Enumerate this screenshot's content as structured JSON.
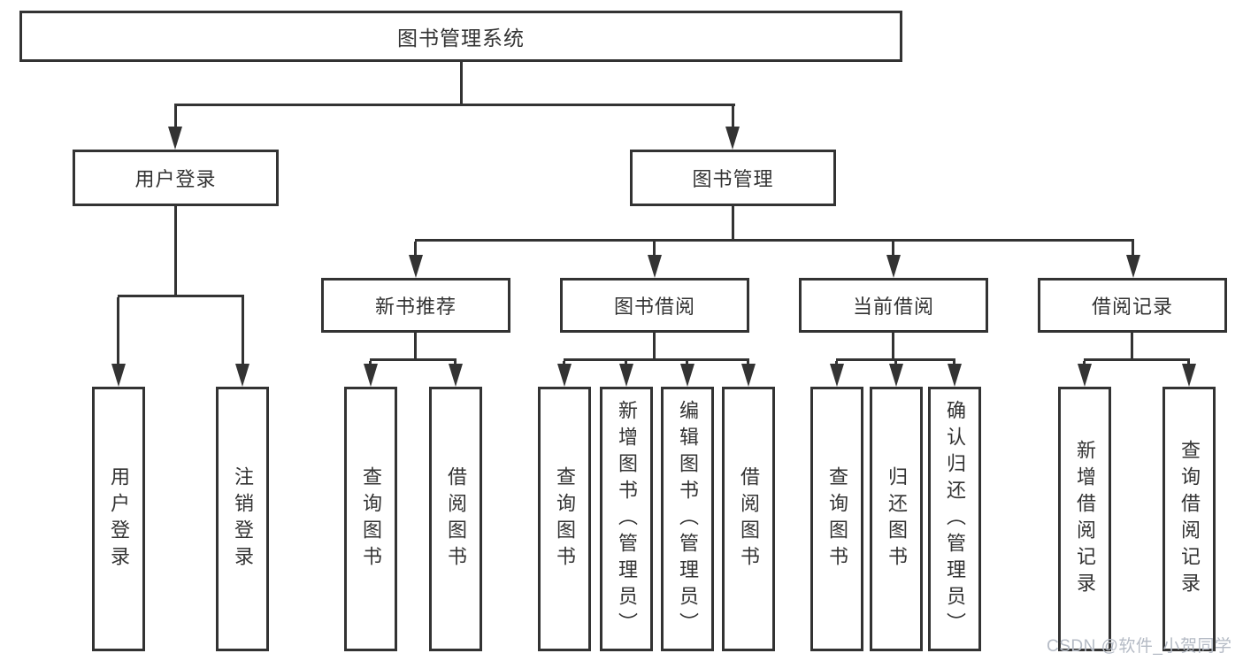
{
  "tree": {
    "root": {
      "label": "图书管理系统"
    },
    "branches": [
      {
        "label": "用户登录",
        "children": [
          {
            "label": "用户登录"
          },
          {
            "label": "注销登录"
          }
        ]
      },
      {
        "label": "图书管理",
        "children": [
          {
            "label": "新书推荐",
            "children": [
              {
                "label": "查询图书"
              },
              {
                "label": "借阅图书"
              }
            ]
          },
          {
            "label": "图书借阅",
            "children": [
              {
                "label": "查询图书"
              },
              {
                "label": "新增图书（管理员）"
              },
              {
                "label": "编辑图书（管理员）"
              },
              {
                "label": "借阅图书"
              }
            ]
          },
          {
            "label": "当前借阅",
            "children": [
              {
                "label": "查询图书"
              },
              {
                "label": "归还图书"
              },
              {
                "label": "确认归还（管理员）"
              }
            ]
          },
          {
            "label": "借阅记录",
            "children": [
              {
                "label": "新增借阅记录"
              },
              {
                "label": "查询借阅记录"
              }
            ]
          }
        ]
      }
    ]
  },
  "watermark": {
    "text": "CSDN @软件_小贺同学"
  },
  "colors": {
    "line": "#333333",
    "text": "#333333",
    "watermark": "#b5bbc5",
    "background": "#ffffff"
  }
}
